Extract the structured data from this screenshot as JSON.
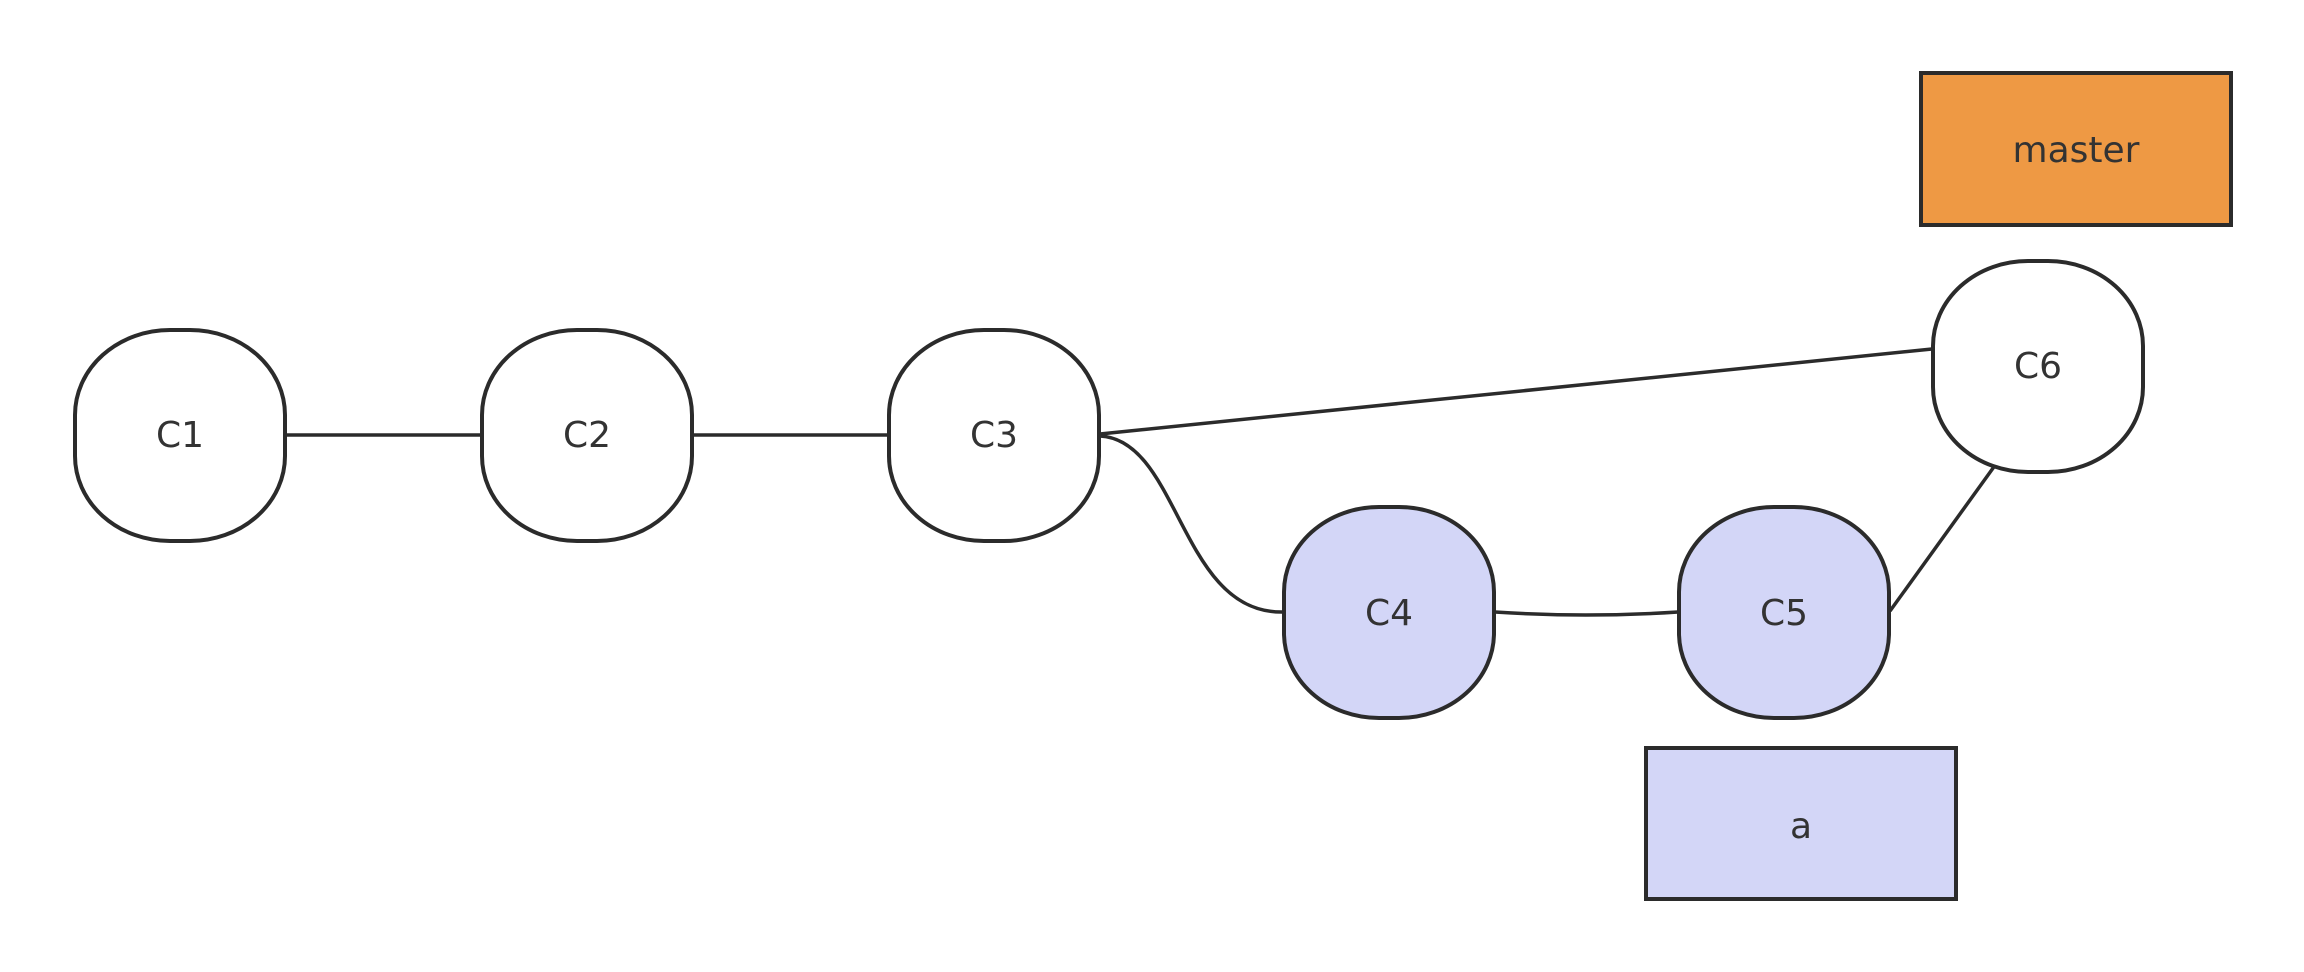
{
  "commits": [
    {
      "id": "C1",
      "label": "C1",
      "fill": "#ffffff"
    },
    {
      "id": "C2",
      "label": "C2",
      "fill": "#ffffff"
    },
    {
      "id": "C3",
      "label": "C3",
      "fill": "#ffffff"
    },
    {
      "id": "C4",
      "label": "C4",
      "fill": "#d3d6f7"
    },
    {
      "id": "C5",
      "label": "C5",
      "fill": "#d3d6f7"
    },
    {
      "id": "C6",
      "label": "C6",
      "fill": "#ffffff"
    }
  ],
  "branches": [
    {
      "id": "master",
      "label": "master",
      "fill": "#ee9944"
    },
    {
      "id": "a",
      "label": "a",
      "fill": "#d3d6f7"
    }
  ],
  "edges": [
    {
      "from": "C1",
      "to": "C2"
    },
    {
      "from": "C2",
      "to": "C3"
    },
    {
      "from": "C3",
      "to": "C6"
    },
    {
      "from": "C3",
      "to": "C4"
    },
    {
      "from": "C4",
      "to": "C5"
    },
    {
      "from": "C5",
      "to": "C6"
    }
  ]
}
